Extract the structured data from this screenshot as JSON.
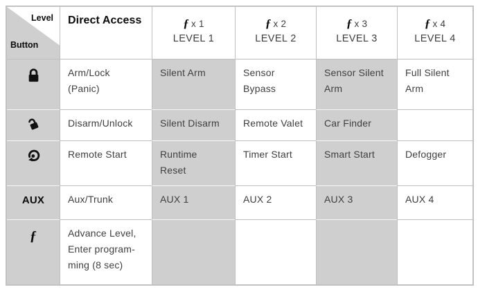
{
  "header": {
    "corner_top": "Level",
    "corner_bottom": "Button",
    "direct_access": "Direct Access",
    "levels": [
      {
        "fn": "ƒ",
        "presses": "x 1",
        "label": "LEVEL 1"
      },
      {
        "fn": "ƒ",
        "presses": "x 2",
        "label": "LEVEL 2"
      },
      {
        "fn": "ƒ",
        "presses": "x 3",
        "label": "LEVEL 3"
      },
      {
        "fn": "ƒ",
        "presses": "x 4",
        "label": "LEVEL 4"
      }
    ]
  },
  "rows": [
    {
      "button_icon": "lock-icon",
      "direct": [
        "Arm/Lock",
        "(Panic)"
      ],
      "cells": [
        [
          "Silent Arm"
        ],
        [
          "Sensor",
          "Bypass"
        ],
        [
          "Sensor Silent",
          "Arm"
        ],
        [
          "Full Silent",
          "Arm"
        ]
      ]
    },
    {
      "button_icon": "unlock-icon",
      "direct": [
        "Disarm/Unlock"
      ],
      "cells": [
        [
          "Silent Disarm"
        ],
        [
          "Remote Valet"
        ],
        [
          "Car Finder"
        ],
        []
      ]
    },
    {
      "button_icon": "remote-start-icon",
      "direct": [
        "Remote Start"
      ],
      "cells": [
        [
          "Runtime",
          "Reset"
        ],
        [
          "Timer Start"
        ],
        [
          "Smart Start"
        ],
        [
          "Defogger"
        ]
      ]
    },
    {
      "button_label": "AUX",
      "direct": [
        "Aux/Trunk"
      ],
      "cells": [
        [
          "AUX 1"
        ],
        [
          "AUX 2"
        ],
        [
          "AUX 3"
        ],
        [
          "AUX 4"
        ]
      ]
    },
    {
      "button_label": "ƒ",
      "direct": [
        "Advance Level,",
        "Enter program-",
        "ming (8 sec)"
      ],
      "cells": [
        [],
        [],
        [],
        []
      ]
    }
  ],
  "colors": {
    "cell_gray": "#cfcfcf",
    "grid_line": "#bfbfbf",
    "outer_border": "#c2c2c2",
    "separator_on_gray": "#f6f6f6",
    "body_text": "#3e3e3e",
    "heading_text": "#0b0b0b",
    "background": "#ffffff"
  }
}
